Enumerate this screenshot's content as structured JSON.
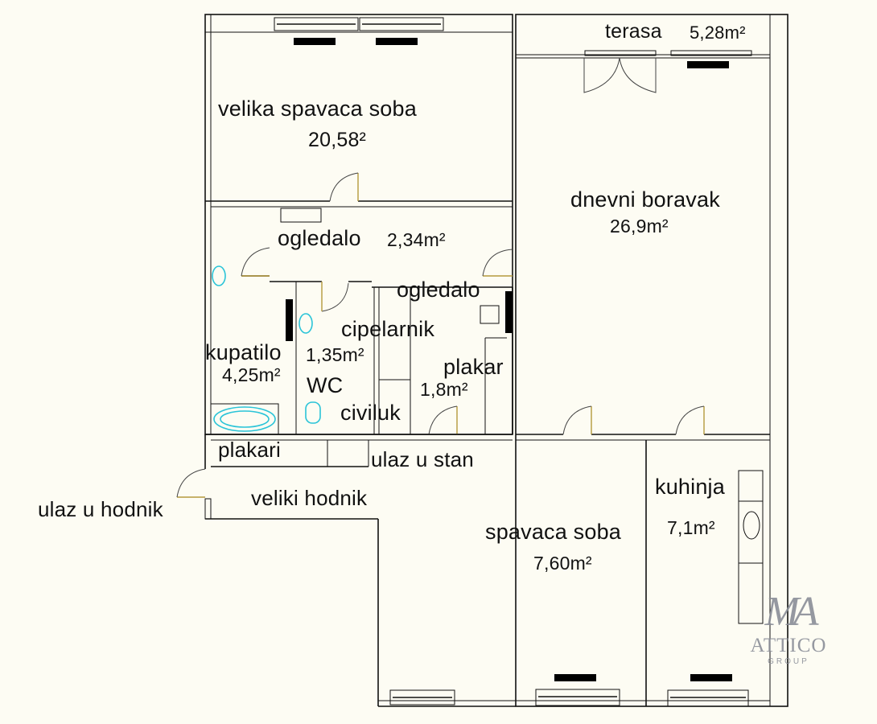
{
  "floor_plan": {
    "rooms": [
      {
        "id": "velika-spavaca-soba",
        "name": "velika spavaca soba",
        "area": "20,58²"
      },
      {
        "id": "terasa",
        "name": "terasa",
        "area": "5,28m²"
      },
      {
        "id": "dnevni-boravak",
        "name": "dnevni boravak",
        "area": "26,9m²"
      },
      {
        "id": "ogledalo-hall",
        "name": "ogledalo",
        "area": "2,34m²"
      },
      {
        "id": "ogledalo-2",
        "name": "ogledalo",
        "area": ""
      },
      {
        "id": "cipelarnik",
        "name": "cipelarnik",
        "area": ""
      },
      {
        "id": "kupatilo",
        "name": "kupatilo",
        "area": "4,25m²"
      },
      {
        "id": "wc",
        "name": "WC",
        "area": "1,35m²"
      },
      {
        "id": "plakar",
        "name": "plakar",
        "area": "1,8m²"
      },
      {
        "id": "civiluk",
        "name": "civiluk",
        "area": ""
      },
      {
        "id": "plakari",
        "name": "plakari",
        "area": ""
      },
      {
        "id": "ulaz-u-stan",
        "name": "ulaz u stan",
        "area": ""
      },
      {
        "id": "ulaz-u-hodnik",
        "name": "ulaz u hodnik",
        "area": ""
      },
      {
        "id": "veliki-hodnik",
        "name": "veliki hodnik",
        "area": ""
      },
      {
        "id": "spavaca-soba",
        "name": "spavaca soba",
        "area": "7,60m²"
      },
      {
        "id": "kuhinja",
        "name": "kuhinja",
        "area": "7,1m²"
      }
    ]
  },
  "watermark": {
    "monogram": "MA",
    "brand": "ATTICO",
    "sub": "GROUP"
  },
  "colors": {
    "background": "#fdfcf3",
    "walls": "#111111",
    "doors": "#b59a3c",
    "fixtures": "#2ac4d8",
    "logo": "#8a8e98"
  }
}
